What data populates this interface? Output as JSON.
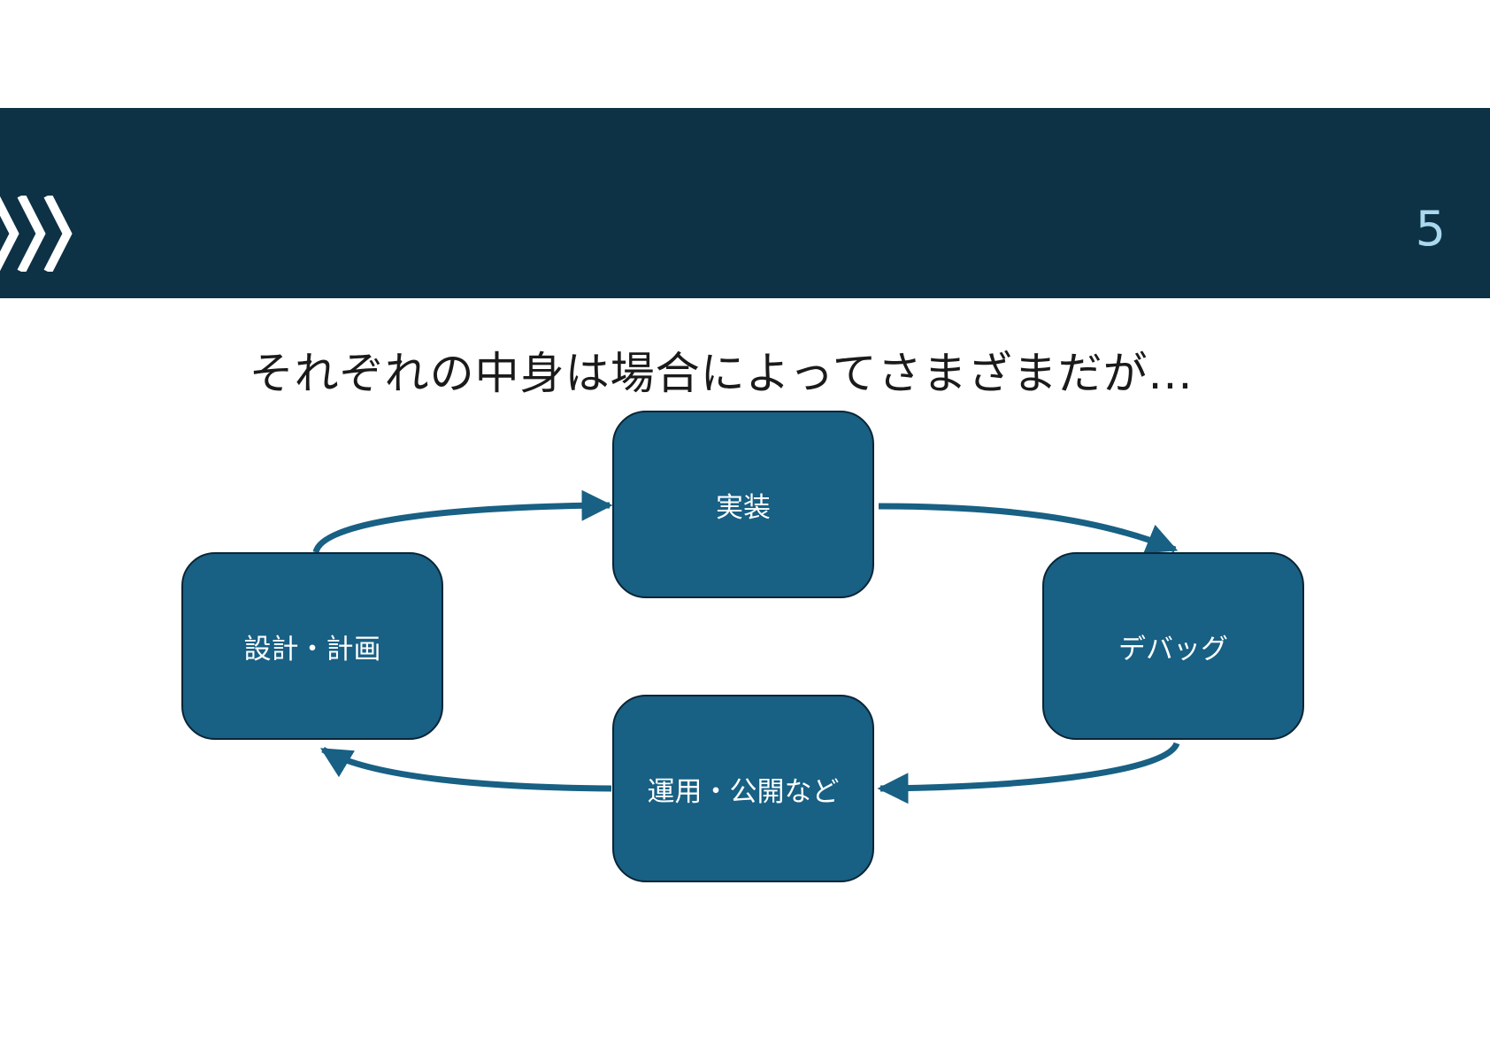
{
  "slide": {
    "page_number": "5",
    "subtitle": "それぞれの中身は場合によってさまざまだが..."
  },
  "diagram": {
    "nodes": {
      "implementation": "実装",
      "debug": "デバッグ",
      "operation": "運用・公開など",
      "design": "設計・計画"
    },
    "flow": [
      "design",
      "implementation",
      "debug",
      "operation",
      "design"
    ]
  },
  "colors": {
    "header": "#0d3145",
    "node_fill": "#186084",
    "node_border": "#0a2535",
    "arrow": "#186084",
    "page_number": "#a9d8ef"
  },
  "icons": {
    "header_decoration": "chevron-right-icon"
  }
}
